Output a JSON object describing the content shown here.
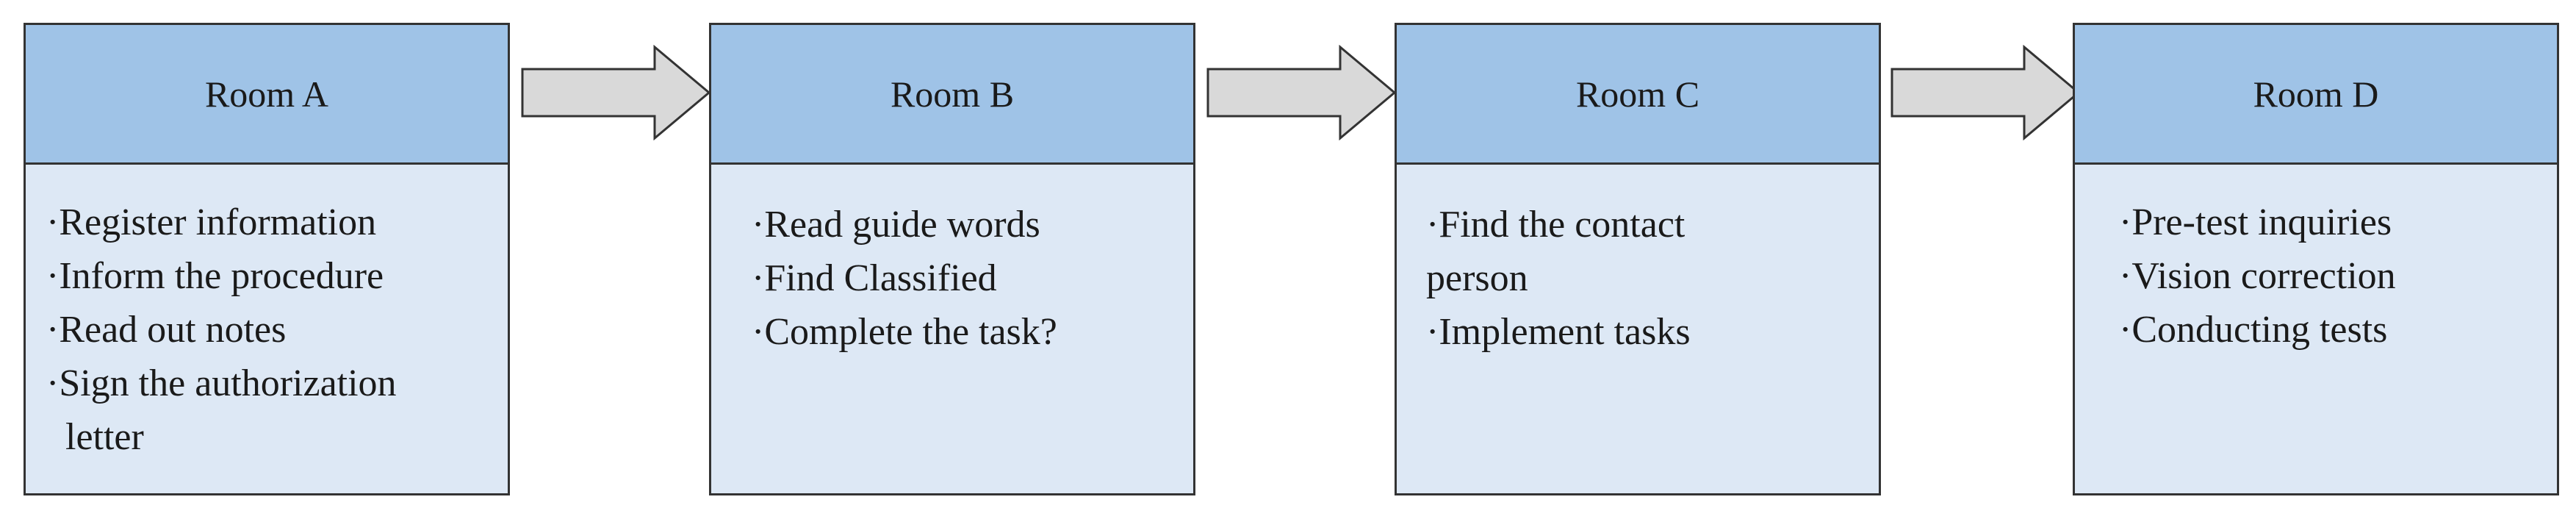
{
  "rooms": [
    {
      "title": "Room A",
      "items": [
        "·Register information",
        "·Inform the procedure",
        "·Read out notes",
        "·Sign the authorization",
        "  letter"
      ]
    },
    {
      "title": "Room B",
      "items": [
        "·Read guide words",
        "·Find Classified",
        "·Complete the task?"
      ]
    },
    {
      "title": "Room C",
      "items": [
        "·Find the contact",
        "person",
        "·Implement tasks"
      ]
    },
    {
      "title": "Room D",
      "items": [
        "·Pre-test inquiries",
        "·Vision correction",
        "·Conducting tests"
      ]
    }
  ],
  "colors": {
    "header_fill": "#9fc3e7",
    "body_fill": "#dde8f5",
    "arrow_fill": "#d9d9d9",
    "stroke": "#333333"
  }
}
